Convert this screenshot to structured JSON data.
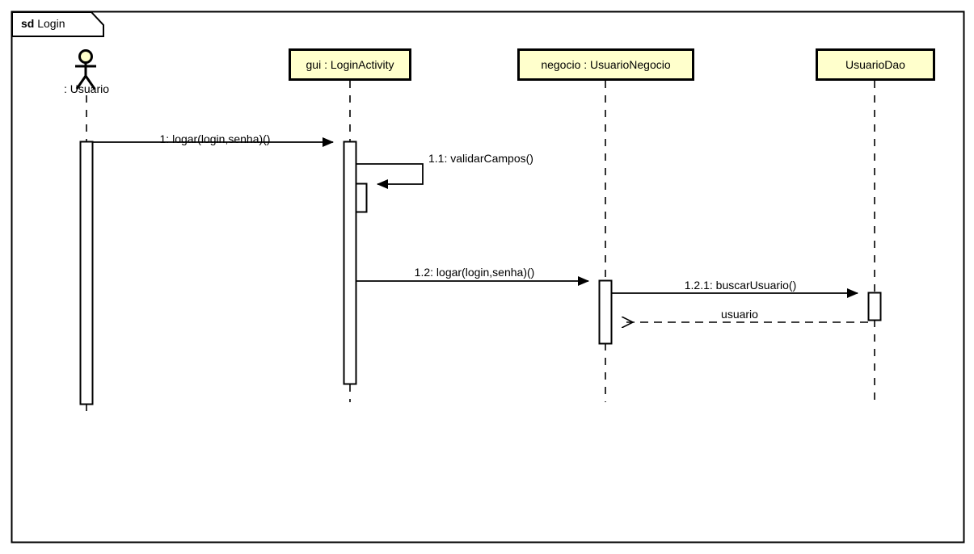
{
  "diagram": {
    "kind": "uml-sequence-diagram",
    "frame": {
      "keyword": "sd",
      "name": "Login"
    },
    "colors": {
      "lifeline_box_fill": "#FFFFCC",
      "lifeline_box_border": "#000000",
      "actor_head_fill": "#FFFFCC",
      "line": "#000000",
      "background": "#FFFFFF"
    },
    "participants": [
      {
        "id": "usuario",
        "type": "actor",
        "label": ": Usuario"
      },
      {
        "id": "gui",
        "type": "object",
        "label": "gui : LoginActivity"
      },
      {
        "id": "negocio",
        "type": "object",
        "label": "negocio : UsuarioNegocio"
      },
      {
        "id": "dao",
        "type": "object",
        "label": "UsuarioDao"
      }
    ],
    "messages": [
      {
        "id": "m1",
        "sequence": "1",
        "label": "1: logar(login,senha)()",
        "from": "usuario",
        "to": "gui",
        "style": "synchronous"
      },
      {
        "id": "m11",
        "sequence": "1.1",
        "label": "1.1: validarCampos()",
        "from": "gui",
        "to": "gui",
        "style": "self"
      },
      {
        "id": "m12",
        "sequence": "1.2",
        "label": "1.2: logar(login,senha)()",
        "from": "gui",
        "to": "negocio",
        "style": "synchronous"
      },
      {
        "id": "m121",
        "sequence": "1.2.1",
        "label": "1.2.1: buscarUsuario()",
        "from": "negocio",
        "to": "dao",
        "style": "synchronous"
      },
      {
        "id": "r1",
        "sequence": "",
        "label": "usuario",
        "from": "dao",
        "to": "negocio",
        "style": "return"
      }
    ]
  }
}
